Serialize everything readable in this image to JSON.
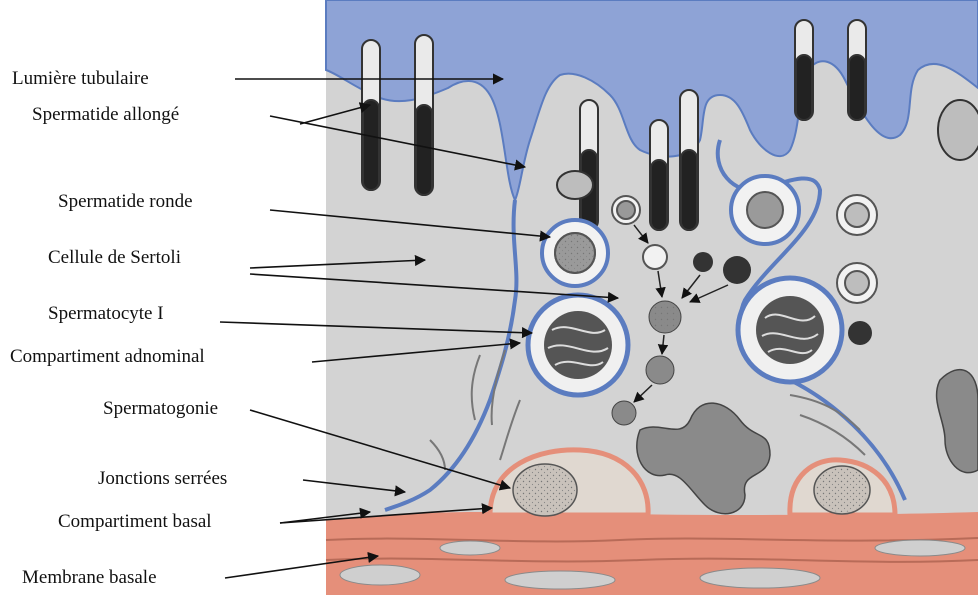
{
  "labels": {
    "lumen": "Lumière tubulaire",
    "elongated_spermatid": "Spermatide allongé",
    "round_spermatid": "Spermatide ronde",
    "sertoli": "Cellule de Sertoli",
    "spermatocyte": "Spermatocyte I",
    "adluminal": "Compartiment  adnominal",
    "spermatogonia": "Spermatogonie",
    "tight_junctions": "Jonctions serrées",
    "basal_compartment": "Compartiment basal",
    "basal_membrane": "Membrane basale"
  },
  "colors": {
    "lumen": "#8ea3d6",
    "cytoplasm": "#d3d3d3",
    "membrane": "#5b7cc0",
    "basal_tissue": "#e58f7a",
    "nucleus_dark": "#2a2a2a"
  }
}
